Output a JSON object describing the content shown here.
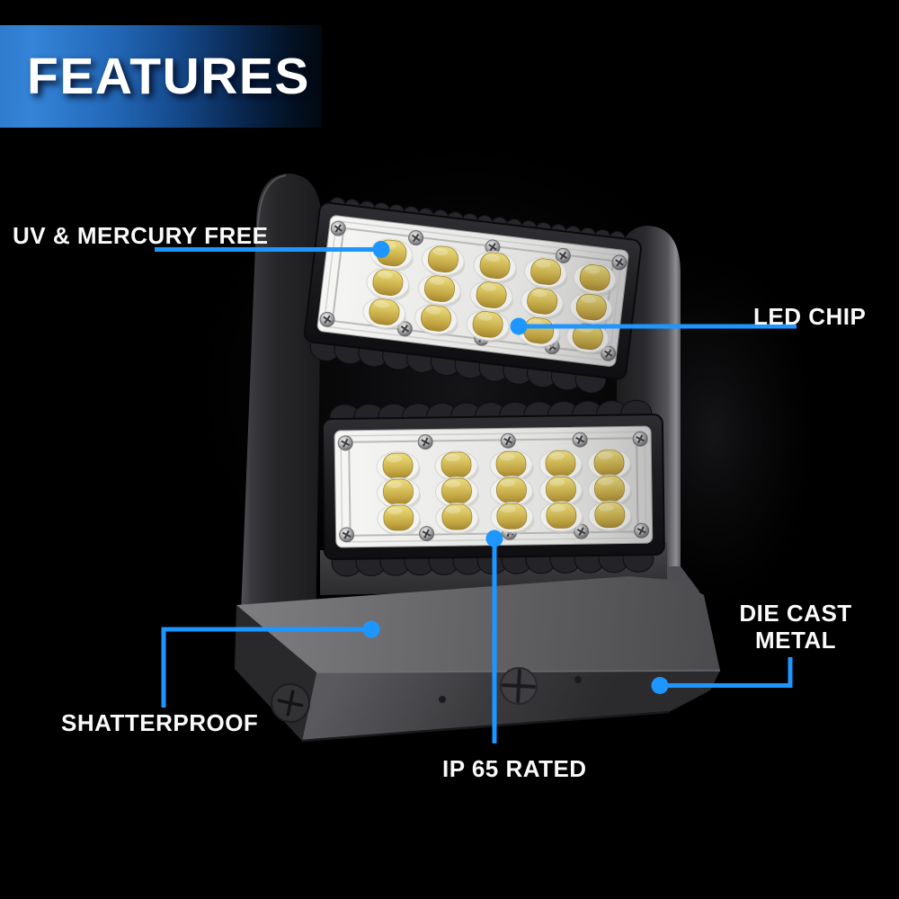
{
  "banner": {
    "title": "FEATURES"
  },
  "callouts": {
    "uv_mercury_free": {
      "label": "UV & MERCURY FREE"
    },
    "led_chip": {
      "label": "LED CHIP"
    },
    "die_cast_metal": {
      "label": "DIE CAST METAL"
    },
    "shatterproof": {
      "label": "SHATTERPROOF"
    },
    "ip65_rated": {
      "label": "IP 65 RATED"
    }
  },
  "colors": {
    "accent_blue": "#1e96ff",
    "banner_blue_start": "#3484d8",
    "banner_blue_end": "#02080f",
    "label_text": "#fafafa",
    "led_yellow": "#dcc65e",
    "panel_white": "#f2f2f0",
    "housing_dark": "#232327",
    "base_gray": "#4a4a4d",
    "background": "#000000"
  },
  "product": {
    "description": "dual-module LED wall pack light fixture",
    "module_count": 2,
    "led_columns": 5,
    "led_rows": 3,
    "leds_per_module": 15
  }
}
